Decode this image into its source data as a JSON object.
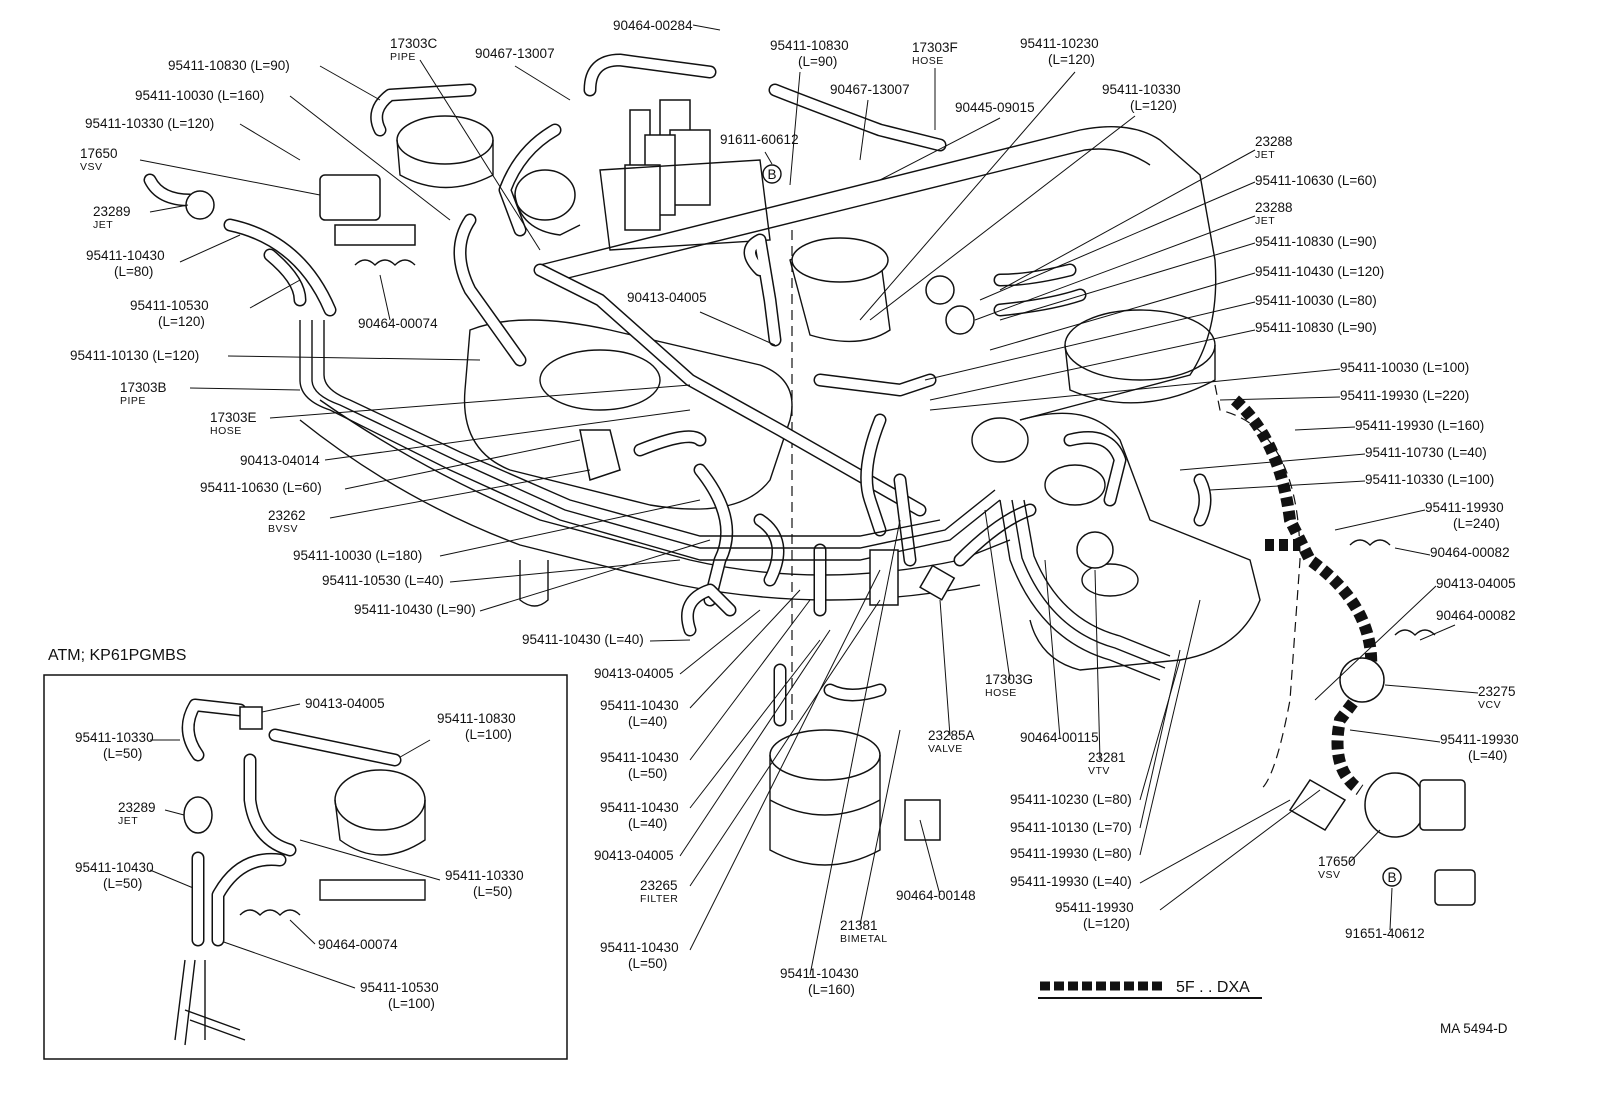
{
  "labels": [
    {
      "id": "p90464_00284",
      "text": "90464-00284",
      "sub": ""
    },
    {
      "id": "p17303C",
      "text": "17303C",
      "sub": "PIPE"
    },
    {
      "id": "p95411_10830_a",
      "text": "95411-10830 (L=90)",
      "sub": ""
    },
    {
      "id": "p90467_13007_a",
      "text": "90467-13007",
      "sub": ""
    },
    {
      "id": "p95411_10830_b",
      "text": "95411-10830",
      "sub": "(L=90)"
    },
    {
      "id": "p17303F",
      "text": "17303F",
      "sub": "HOSE"
    },
    {
      "id": "p95411_10230_a",
      "text": "95411-10230",
      "sub": "(L=120)"
    },
    {
      "id": "p95411_10030_a",
      "text": "95411-10030 (L=160)",
      "sub": ""
    },
    {
      "id": "p90467_13007_b",
      "text": "90467-13007",
      "sub": ""
    },
    {
      "id": "p90445_09015",
      "text": "90445-09015",
      "sub": ""
    },
    {
      "id": "p95411_10330_a",
      "text": "95411-10330",
      "sub": "(L=120)"
    },
    {
      "id": "p95411_10330_b",
      "text": "95411-10330 (L=120)",
      "sub": ""
    },
    {
      "id": "p17650_a",
      "text": "17650",
      "sub": "VSV"
    },
    {
      "id": "p91611_60612",
      "text": "91611-60612",
      "sub": ""
    },
    {
      "id": "p23288_a",
      "text": "23288",
      "sub": "JET"
    },
    {
      "id": "p23289_a",
      "text": "23289",
      "sub": "JET"
    },
    {
      "id": "p95411_10630_a",
      "text": "95411-10630 (L=60)",
      "sub": ""
    },
    {
      "id": "p23288_b",
      "text": "23288",
      "sub": "JET"
    },
    {
      "id": "p95411_10430_a",
      "text": "95411-10430",
      "sub": "(L=80)"
    },
    {
      "id": "p95411_10830_c",
      "text": "95411-10830 (L=90)",
      "sub": ""
    },
    {
      "id": "p95411_10430_b",
      "text": "95411-10430 (L=120)",
      "sub": ""
    },
    {
      "id": "p90413_04005_a",
      "text": "90413-04005",
      "sub": ""
    },
    {
      "id": "p95411_10030_b",
      "text": "95411-10030 (L=80)",
      "sub": ""
    },
    {
      "id": "p95411_10530_a",
      "text": "95411-10530",
      "sub": "(L=120)"
    },
    {
      "id": "p95411_10830_d",
      "text": "95411-10830 (L=90)",
      "sub": ""
    },
    {
      "id": "p90464_00074_a",
      "text": "90464-00074",
      "sub": ""
    },
    {
      "id": "p95411_10130_a",
      "text": "95411-10130 (L=120)",
      "sub": ""
    },
    {
      "id": "p95411_10030_c",
      "text": "95411-10030 (L=100)",
      "sub": ""
    },
    {
      "id": "p17303B",
      "text": "17303B",
      "sub": "PIPE"
    },
    {
      "id": "p95411_19930_a",
      "text": "95411-19930 (L=220)",
      "sub": ""
    },
    {
      "id": "p17303E",
      "text": "17303E",
      "sub": "HOSE"
    },
    {
      "id": "p95411_19930_b",
      "text": "95411-19930 (L=160)",
      "sub": ""
    },
    {
      "id": "p90413_04014",
      "text": "90413-04014",
      "sub": ""
    },
    {
      "id": "p95411_10730",
      "text": "95411-10730 (L=40)",
      "sub": ""
    },
    {
      "id": "p95411_10630_b",
      "text": "95411-10630 (L=60)",
      "sub": ""
    },
    {
      "id": "p95411_10330_c",
      "text": "95411-10330 (L=100)",
      "sub": ""
    },
    {
      "id": "p23262",
      "text": "23262",
      "sub": "BVSV"
    },
    {
      "id": "p95411_19930_c",
      "text": "95411-19930",
      "sub": "(L=240)"
    },
    {
      "id": "p95411_10030_d",
      "text": "95411-10030 (L=180)",
      "sub": ""
    },
    {
      "id": "p90464_00082_a",
      "text": "90464-00082",
      "sub": ""
    },
    {
      "id": "p95411_10530_b",
      "text": "95411-10530 (L=40)",
      "sub": ""
    },
    {
      "id": "p90413_04005_b",
      "text": "90413-04005",
      "sub": ""
    },
    {
      "id": "p95411_10430_c",
      "text": "95411-10430 (L=90)",
      "sub": ""
    },
    {
      "id": "p90464_00082_b",
      "text": "90464-00082",
      "sub": ""
    },
    {
      "id": "p95411_10430_d",
      "text": "95411-10430 (L=40)",
      "sub": ""
    },
    {
      "id": "p90413_04005_c",
      "text": "90413-04005",
      "sub": ""
    },
    {
      "id": "p23275",
      "text": "23275",
      "sub": "VCV"
    },
    {
      "id": "p17303G",
      "text": "17303G",
      "sub": "HOSE"
    },
    {
      "id": "p95411_10430_e",
      "text": "95411-10430",
      "sub": "(L=40)"
    },
    {
      "id": "p23285A",
      "text": "23285A",
      "sub": "VALVE"
    },
    {
      "id": "p90464_00115",
      "text": "90464-00115",
      "sub": ""
    },
    {
      "id": "p95411_19930_d",
      "text": "95411-19930",
      "sub": "(L=40)"
    },
    {
      "id": "p23281",
      "text": "23281",
      "sub": "VTV"
    },
    {
      "id": "p95411_10430_f",
      "text": "95411-10430",
      "sub": "(L=50)"
    },
    {
      "id": "p95411_10230_b",
      "text": "95411-10230 (L=80)",
      "sub": ""
    },
    {
      "id": "p95411_10430_g",
      "text": "95411-10430",
      "sub": "(L=40)"
    },
    {
      "id": "p95411_10130_b",
      "text": "95411-10130 (L=70)",
      "sub": ""
    },
    {
      "id": "p90413_04005_d",
      "text": "90413-04005",
      "sub": ""
    },
    {
      "id": "p95411_19930_e",
      "text": "95411-19930 (L=80)",
      "sub": ""
    },
    {
      "id": "p17650_b",
      "text": "17650",
      "sub": "VSV"
    },
    {
      "id": "p23265",
      "text": "23265",
      "sub": "FILTER"
    },
    {
      "id": "p95411_19930_f",
      "text": "95411-19930 (L=40)",
      "sub": ""
    },
    {
      "id": "p90464_00148",
      "text": "90464-00148",
      "sub": ""
    },
    {
      "id": "p95411_19930_g",
      "text": "95411-19930",
      "sub": "(L=120)"
    },
    {
      "id": "p21381",
      "text": "21381",
      "sub": "BIMETAL"
    },
    {
      "id": "p91651_40612",
      "text": "91651-40612",
      "sub": ""
    },
    {
      "id": "p95411_10430_h",
      "text": "95411-10430",
      "sub": "(L=50)"
    },
    {
      "id": "p95411_10430_i",
      "text": "95411-10430",
      "sub": "(L=160)"
    }
  ],
  "inset": {
    "title": "ATM; KP61PGMBS",
    "labels": [
      {
        "id": "i90413_04005",
        "text": "90413-04005",
        "sub": ""
      },
      {
        "id": "i95411_10330_a",
        "text": "95411-10330",
        "sub": "(L=50)"
      },
      {
        "id": "i95411_10830",
        "text": "95411-10830",
        "sub": "(L=100)"
      },
      {
        "id": "i23289",
        "text": "23289",
        "sub": "JET"
      },
      {
        "id": "i95411_10430",
        "text": "95411-10430",
        "sub": "(L=50)"
      },
      {
        "id": "i95411_10330_b",
        "text": "95411-10330",
        "sub": "(L=50)"
      },
      {
        "id": "i90464_00074",
        "text": "90464-00074",
        "sub": ""
      },
      {
        "id": "i95411_10530",
        "text": "95411-10530",
        "sub": "(L=100)"
      }
    ]
  },
  "markers": {
    "b": "B"
  },
  "legend": {
    "text": "5F . . DXA"
  },
  "ref_code": "MA 5494-D"
}
